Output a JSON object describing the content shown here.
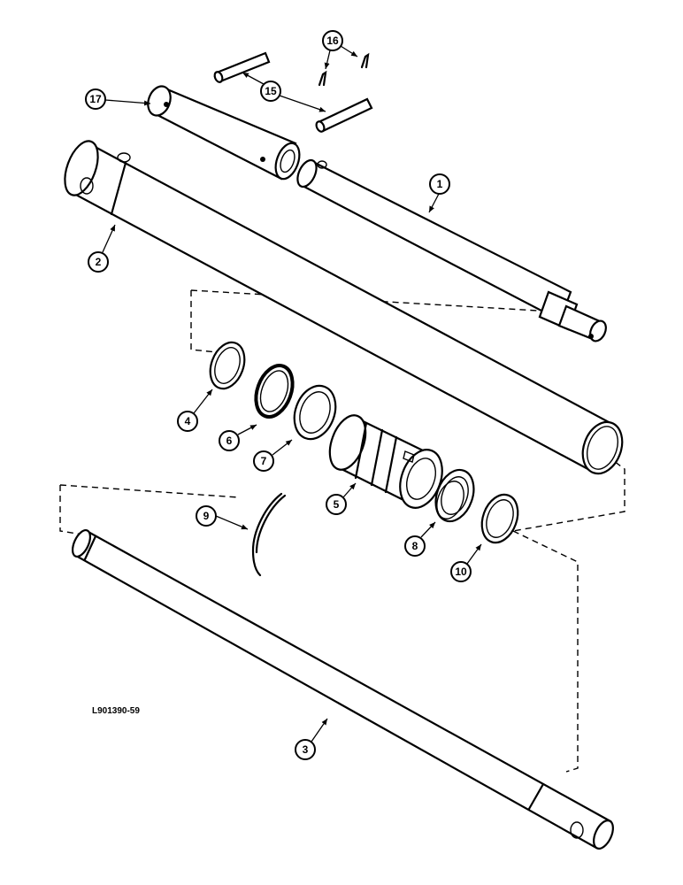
{
  "figure_id": "L901390-59",
  "callouts": {
    "c1": "1",
    "c2": "2",
    "c3": "3",
    "c4": "4",
    "c5": "5",
    "c6": "6",
    "c7": "7",
    "c8": "8",
    "c9": "9",
    "c10": "10",
    "c15": "15",
    "c16": "16",
    "c17": "17"
  }
}
